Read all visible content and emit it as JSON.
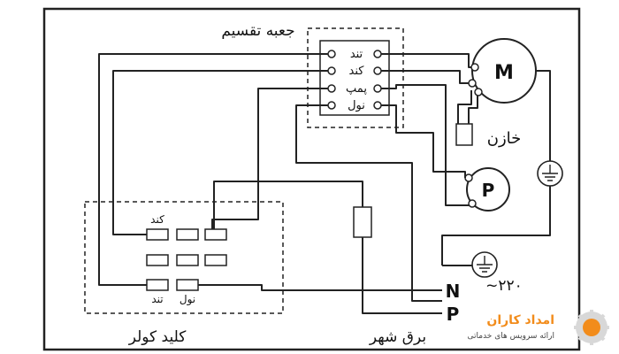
{
  "labels": {
    "junction_box": "جعبه تقسیم",
    "terminal_fast": "تند",
    "terminal_slow": "کند",
    "terminal_pump": "پمپ",
    "terminal_neutral": "نول",
    "motor": "M",
    "pump": "P",
    "capacitor": "خازن",
    "cooler_switch": "کلید کولر",
    "switch_slow": "کند",
    "switch_fast": "تند",
    "switch_neutral": "نول",
    "city_power": "برق شهر",
    "neutral_line": "N",
    "phase_line": "P",
    "voltage": "~۲۲۰"
  },
  "logo": {
    "brand": "امداد کاران",
    "tagline": "ارائه سرویس های خدماتی",
    "accent_color": "#f28c1b"
  }
}
